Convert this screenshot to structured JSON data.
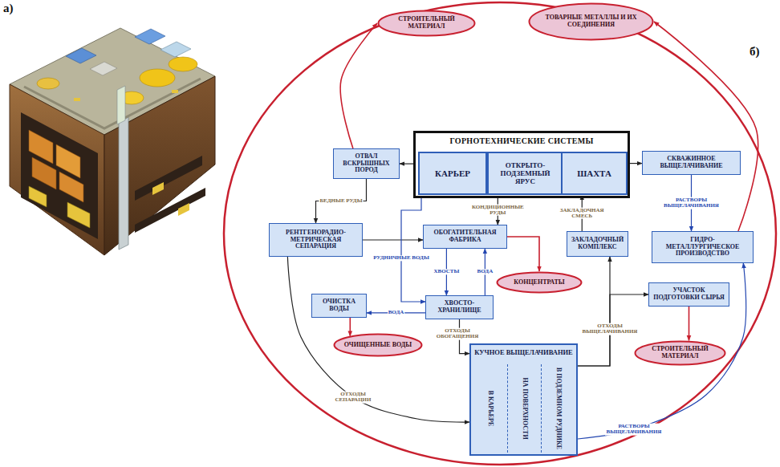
{
  "diagram": {
    "nodes": [
      {
        "text": [
          "СТРОИТЕЛЬНЫЙ МАТЕРИАЛ"
        ]
      },
      {
        "text": [
          "ТОВАРНЫЕ МЕТАЛЛЫ И ИХ СОЕДИНЕНИЯ"
        ]
      },
      {
        "text": [
          "ГОРНОТЕХНИЧЕСКИЕ СИСТЕМЫ"
        ]
      },
      {
        "text": [
          "КАРЬЕР"
        ],
        "in": 2
      },
      {
        "text": [
          "ОТКРЫТО-ПОДЗЕМНЫЙ ЯРУС"
        ],
        "in": 2
      },
      {
        "text": [
          "ШАХТА"
        ],
        "in": 2
      },
      {
        "text": [
          "ОТВАЛ ВСКРЫШНЫХ ПОРОД"
        ]
      },
      {
        "text": [
          "СКВАЖИННОЕ ВЫЩЕЛАЧИВАНИЕ"
        ]
      },
      {
        "text": [
          "РЕНТГЕНОРАДИО-МЕТРИЧЕСКАЯ СЕПАРАЦИЯ"
        ]
      },
      {
        "text": [
          "ОБОГАТИТЕЛЬНАЯ ФАБРИКА"
        ]
      },
      {
        "text": [
          "ЗАКЛАДОЧНЫЙ КОМПЛЕКС"
        ]
      },
      {
        "text": [
          "ГИДРО-МЕТАЛЛУРГИЧЕСКОЕ ПРОИЗВОДСТВО"
        ]
      },
      {
        "text": [
          "КОНЦЕНТРАТЫ"
        ]
      },
      {
        "text": [
          "ХВОСТО-ХРАНИЛИЩЕ"
        ]
      },
      {
        "text": [
          "ОЧИСТКА ВОДЫ"
        ]
      },
      {
        "text": [
          "УЧАСТОК ПОДГОТОВКИ СЫРЬЯ"
        ]
      },
      {
        "text": [
          "ОЧИЩЕННЫЕ ВОДЫ"
        ]
      },
      {
        "text": [
          "СТРОИТЕЛЬНЫЙ МАТЕРИАЛ"
        ]
      },
      {
        "text": [
          "КУЧНОЕ ВЫЩЕЛАЧИВАНИЕ"
        ]
      },
      {
        "text": [
          "В КАРЬЕРЕ"
        ],
        "in": 18
      },
      {
        "text": [
          "НА ПОВЕРХНОСТИ"
        ],
        "in": 18
      },
      {
        "text": [
          "В ПОДЗЕМНОМ РУДНИКЕ"
        ],
        "in": 18
      }
    ],
    "edges": [
      {
        "from": 3,
        "to": 6,
        "arrow": "to"
      },
      {
        "from": 5,
        "to": 7,
        "arrow": "to"
      },
      {
        "from": 6,
        "to": 8,
        "label": "БЕДНЫЕ РУДЫ",
        "arrow": "to"
      },
      {
        "from": 4,
        "to": 9,
        "label": "КОНДИЦИОННЫЕ РУДЫ",
        "arrow": "to"
      },
      {
        "from": 8,
        "to": 9,
        "arrow": "to"
      },
      {
        "from": 9,
        "to": 12,
        "arrow": "to"
      },
      {
        "from": 9,
        "to": 13,
        "label": "ХВОСТЫ",
        "arrow": "to"
      },
      {
        "from": 13,
        "to": 9,
        "label": "ВОДА",
        "arrow": "to"
      },
      {
        "from": 3,
        "to": 13,
        "label": "РУДНИЧНЫЕ ВОДЫ",
        "arrow": "to"
      },
      {
        "from": 13,
        "to": 14,
        "label": "ВОДА",
        "arrow": "to"
      },
      {
        "from": 14,
        "to": 16,
        "arrow": "to"
      },
      {
        "from": 13,
        "to": 18,
        "label": "ОТХОДЫ ОБОГАЩЕНИЯ",
        "arrow": "to"
      },
      {
        "from": 8,
        "to": 18,
        "label": "ОТХОДЫ СЕПАРАЦИИ",
        "arrow": "to"
      },
      {
        "from": 18,
        "to": 15,
        "label": "ОТХОДЫ ВЫЩЕЛАЧИВАНИЯ",
        "arrow": "to"
      },
      {
        "from": 18,
        "to": 10,
        "arrow": "to"
      },
      {
        "from": 15,
        "to": 17,
        "arrow": "to"
      },
      {
        "from": 10,
        "to": 5,
        "label": "ЗАКЛАДОЧНАЯ СМЕСЬ",
        "arrow": "to"
      },
      {
        "from": 7,
        "to": 11,
        "label": "РАСТВОРЫ ВЫЩЕЛАЧИВАНИЯ",
        "arrow": "to"
      },
      {
        "from": 18,
        "to": 11,
        "label": "РАСТВОРЫ ВЫЩЕЛАЧИВАНИЯ",
        "arrow": "to"
      },
      {
        "from": 11,
        "to": 1,
        "arrow": "to"
      },
      {
        "from": 6,
        "to": 0,
        "arrow": "to"
      }
    ],
    "labels": [
      "а)",
      "б)"
    ]
  }
}
